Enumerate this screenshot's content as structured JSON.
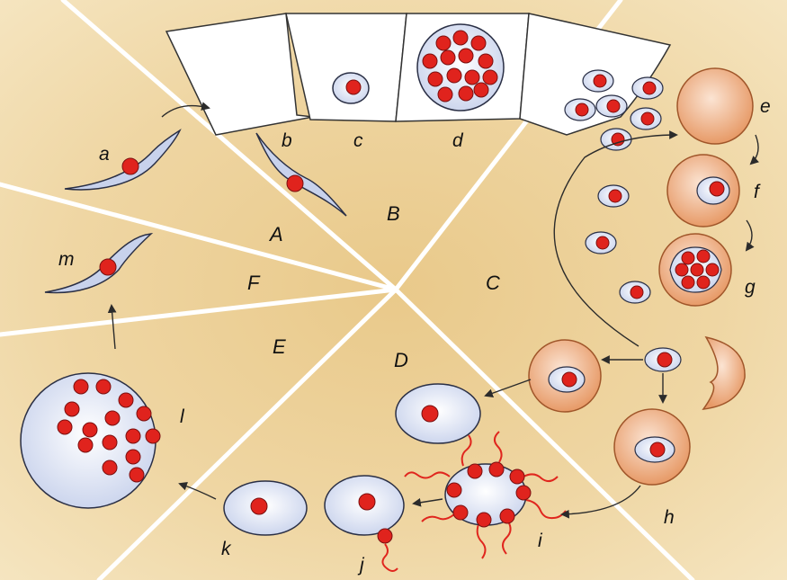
{
  "colors": {
    "background_light": "#f6e7c4",
    "background_mid": "#e9c98a",
    "background_dark": "#d8ac5b",
    "parasite": "#c8d2ec",
    "parasite_stroke": "#2a2f45",
    "nucleus": "#e0231d",
    "nucleus_stroke": "#7a1010",
    "orange_cell": "#e79a67",
    "orange_cell_light": "#fbe4d3",
    "arrow": "#2b2b2b",
    "flagella": "#e0261e"
  },
  "stage_labels": [
    "A",
    "B",
    "C",
    "D",
    "E",
    "F"
  ],
  "step_labels": [
    "a",
    "b",
    "c",
    "d",
    "e",
    "f",
    "g",
    "h",
    "i",
    "j",
    "k",
    "l",
    "m"
  ]
}
